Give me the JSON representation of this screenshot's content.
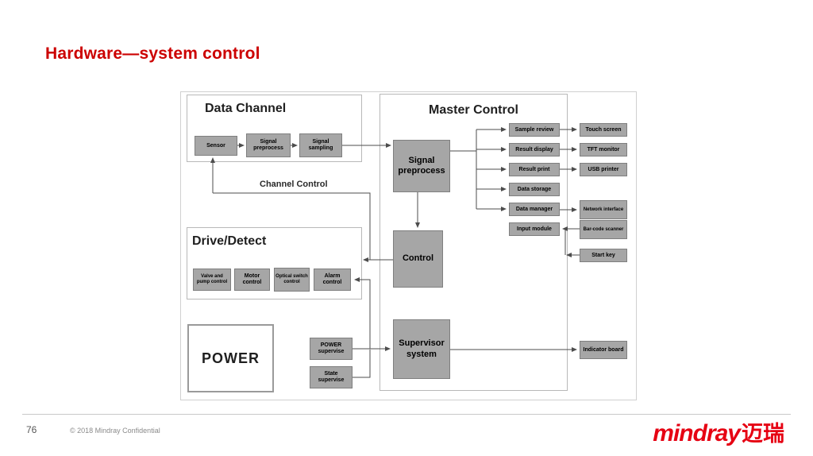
{
  "colors": {
    "title_red": "#cc0000",
    "logo_red": "#e60012",
    "node_fill": "#a6a6a6",
    "node_border": "#7f7f7f",
    "connector": "#4d4d4d"
  },
  "slide": {
    "title": "Hardware—system control"
  },
  "diagram": {
    "groups": {
      "data_channel": {
        "title": "Data Channel"
      },
      "drive_detect": {
        "title": "Drive/Detect"
      },
      "master_control": {
        "title": "Master Control"
      }
    },
    "labels": {
      "channel_control": "Channel Control",
      "power": "POWER"
    },
    "nodes": {
      "sensor": "Sensor",
      "signal_preprocess_small": "Signal preprocess",
      "signal_sampling": "Signal sampling",
      "valve_pump_control": "Valve and pump control",
      "motor_control": "Motor control",
      "optical_switch_control": "Optical switch control",
      "alarm_control": "Alarm control",
      "power_supervise": "POWER supervise",
      "state_supervise": "State supervise",
      "signal_preprocess_main": "Signal preprocess",
      "control": "Control",
      "supervisor_system": "Supervisor system",
      "sample_review": "Sample review",
      "result_display": "Result display",
      "result_print": "Result print",
      "data_storage": "Data storage",
      "data_manager": "Data manager",
      "input_module": "Input module",
      "touch_screen": "Touch screen",
      "tft_monitor": "TFT monitor",
      "usb_printer": "USB printer",
      "network_interface": "Network interface",
      "barcode_scanner": "Bar-code scanner",
      "start_key": "Start key",
      "indicator_board": "Indicator board"
    }
  },
  "footer": {
    "page_number": "76",
    "confidential": "© 2018 Mindray Confidential",
    "logo_text": "mindray",
    "logo_cjk": "迈瑞"
  }
}
